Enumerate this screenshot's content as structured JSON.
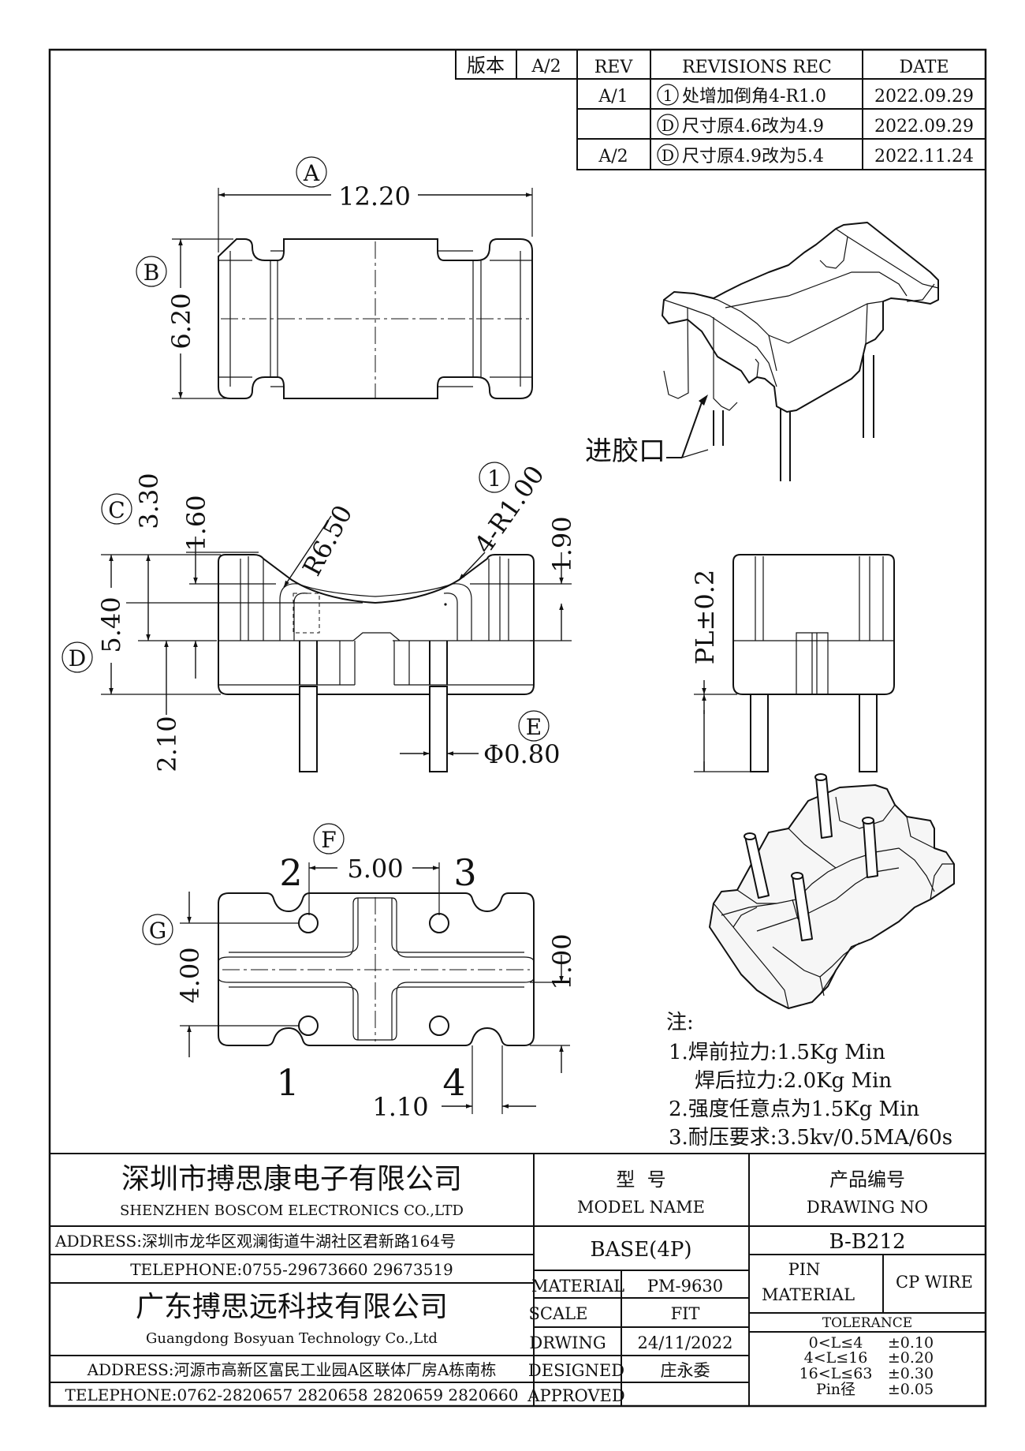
{
  "revision_table": {
    "version_label": "版本",
    "version_value": "A/2",
    "headers": [
      "REV",
      "REVISIONS REC",
      "DATE"
    ],
    "rows": [
      {
        "rev": "A/1",
        "mark": "1",
        "text": "处增加倒角4-R1.0",
        "date": "2022.09.29"
      },
      {
        "rev": "",
        "mark": "D",
        "text": "尺寸原4.6改为4.9",
        "date": "2022.09.29"
      },
      {
        "rev": "A/2",
        "mark": "D",
        "text": "尺寸原4.9改为5.4",
        "date": "2022.11.24"
      }
    ]
  },
  "markers": {
    "A": "A",
    "B": "B",
    "C": "C",
    "D": "D",
    "E": "E",
    "F": "F",
    "G": "G",
    "one": "1"
  },
  "dimensions": {
    "width": "12.20",
    "depth": "6.20",
    "d_330": "3.30",
    "d_160": "1.60",
    "r650": "R6.50",
    "r100": "4-R1.00",
    "d_190": "1.90",
    "d_540": "5.40",
    "d_210": "2.10",
    "pin_dia": "Φ0.80",
    "pl": "PL±0.2",
    "pitch": "5.00",
    "row": "4.00",
    "d_100": "1.00",
    "d_110": "1.10"
  },
  "pin_numbers": [
    "1",
    "2",
    "3",
    "4"
  ],
  "gate_label": "进胶口",
  "notes": {
    "title": "注:",
    "lines": [
      "1.焊前拉力:1.5Kg Min",
      "焊后拉力:2.0Kg Min",
      "2.强度任意点为1.5Kg Min",
      "3.耐压要求:3.5kv/0.5MA/60s"
    ]
  },
  "title_block": {
    "company1_cn": "深圳市搏思康电子有限公司",
    "company1_en": "SHENZHEN BOSCOM ELECTRONICS CO.,LTD",
    "address1": "ADDRESS:深圳市龙华区观澜街道牛湖社区君新路164号",
    "telephone1": "TELEPHONE:0755-29673660 29673519",
    "company2_cn": "广东搏思远科技有限公司",
    "company2_en": "Guangdong Bosyuan Technology Co.,Ltd",
    "address2": "ADDRESS:河源市高新区富民工业园A区联体厂房A栋南栋",
    "telephone2": "TELEPHONE:0762-2820657 2820658 2820659 2820660",
    "model_cn": "型  号",
    "model_en": "MODEL NAME",
    "model_value": "BASE(4P)",
    "drawing_cn": "产品编号",
    "drawing_en": "DRAWING NO",
    "drawing_value": "B-B212",
    "material_label": "MATERIAL",
    "material_value": "PM-9630",
    "scale_label": "SCALE",
    "scale_value": "FIT",
    "drawing_label": "DRWING",
    "drawing_date": "24/11/2022",
    "designed_label": "DESIGNED",
    "designed_value": "庄永委",
    "approved_label": "APPROVED",
    "approved_value": "",
    "pin_material_label1": "PIN",
    "pin_material_label2": "MATERIAL",
    "pin_material_value": "CP WIRE",
    "tolerance_label": "TOLERANCE",
    "tolerances": [
      {
        "range": "0<L≤4",
        "value": "±0.10"
      },
      {
        "range": "4<L≤16",
        "value": "±0.20"
      },
      {
        "range": "16<L≤63",
        "value": "±0.30"
      },
      {
        "range": "Pin径",
        "value": "±0.05"
      }
    ]
  }
}
